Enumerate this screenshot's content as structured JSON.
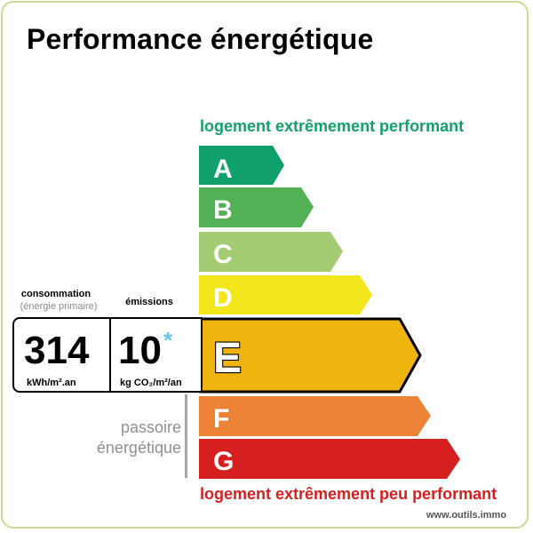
{
  "title": "Performance énergétique",
  "scale": {
    "top_label": "logement extrêmement performant",
    "bottom_label": "logement extrêmement peu performant",
    "classes": [
      {
        "letter": "A",
        "color": "#10a06b"
      },
      {
        "letter": "B",
        "color": "#52b155"
      },
      {
        "letter": "C",
        "color": "#a4cc72"
      },
      {
        "letter": "D",
        "color": "#f3e61a"
      },
      {
        "letter": "E",
        "color": "#f0b40f"
      },
      {
        "letter": "F",
        "color": "#ec8235"
      },
      {
        "letter": "G",
        "color": "#d6201f"
      }
    ],
    "selected_class": "E"
  },
  "consumption": {
    "heading": "consommation",
    "subheading": "(énergie primaire)",
    "value": "314",
    "unit": "kWh/m².an"
  },
  "emissions": {
    "heading": "émissions",
    "value": "10",
    "asterisk": "*",
    "unit": "kg CO₂/m²/an"
  },
  "passoire": {
    "line1": "passoire",
    "line2": "énergétique"
  },
  "footer": "www.outils.immo",
  "colors": {
    "frame": "#c8dc93",
    "top_label": "#13a06b",
    "bottom_label": "#d6201f",
    "passoire_text": "#8f8f8f"
  }
}
